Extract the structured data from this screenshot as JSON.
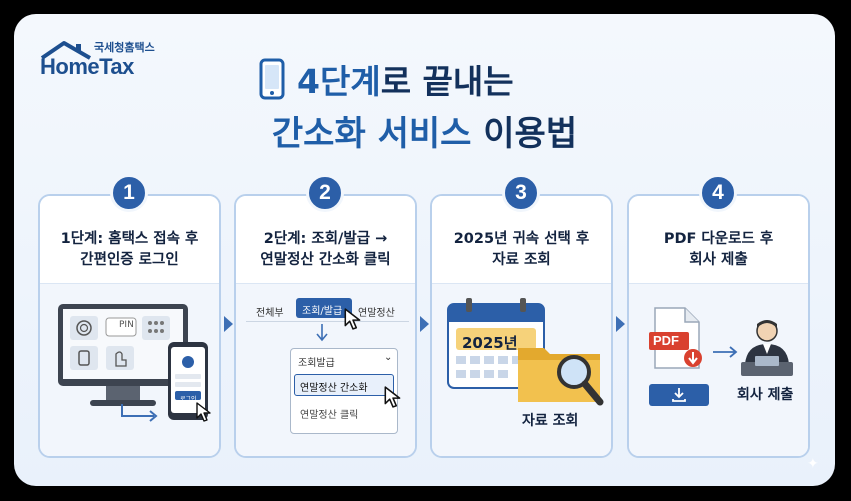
{
  "logo": {
    "small_text": "국세청홈택스",
    "big_text": "HomeTax"
  },
  "title": {
    "line1_highlight": "4단계",
    "line1_rest": "로 끝내는",
    "line2_highlight": "간소화 서비스",
    "line2_rest": " 이용법"
  },
  "steps": [
    {
      "number": "1",
      "line1": "1단계: 홈택스 접속 후",
      "line2": "간편인증 로그인",
      "pin_label": "PIN",
      "login_label": "로그인"
    },
    {
      "number": "2",
      "line1": "2단계: 조회/발급 →",
      "line2": "연말정산 간소화 클릭",
      "tab_left": "전체부",
      "tab_active": "조회/발급",
      "tab_right": "연말정산",
      "dropdown_title": "조회발급",
      "dropdown_item1": "연말정산 간소화",
      "dropdown_item2": "연말정산 클릭"
    },
    {
      "number": "3",
      "line1": "2025년 귀속 선택 후",
      "line2": "자료 조회",
      "calendar_year": "2025년",
      "folder_caption": "자료 조회"
    },
    {
      "number": "4",
      "line1": "PDF 다운로드 후",
      "line2": "회사 제출",
      "pdf_label": "PDF",
      "person_caption": "회사 제출"
    }
  ],
  "colors": {
    "primary": "#2c5fa8",
    "dark": "#13315c",
    "accent_red": "#d9412f",
    "folder": "#f2c14e"
  }
}
